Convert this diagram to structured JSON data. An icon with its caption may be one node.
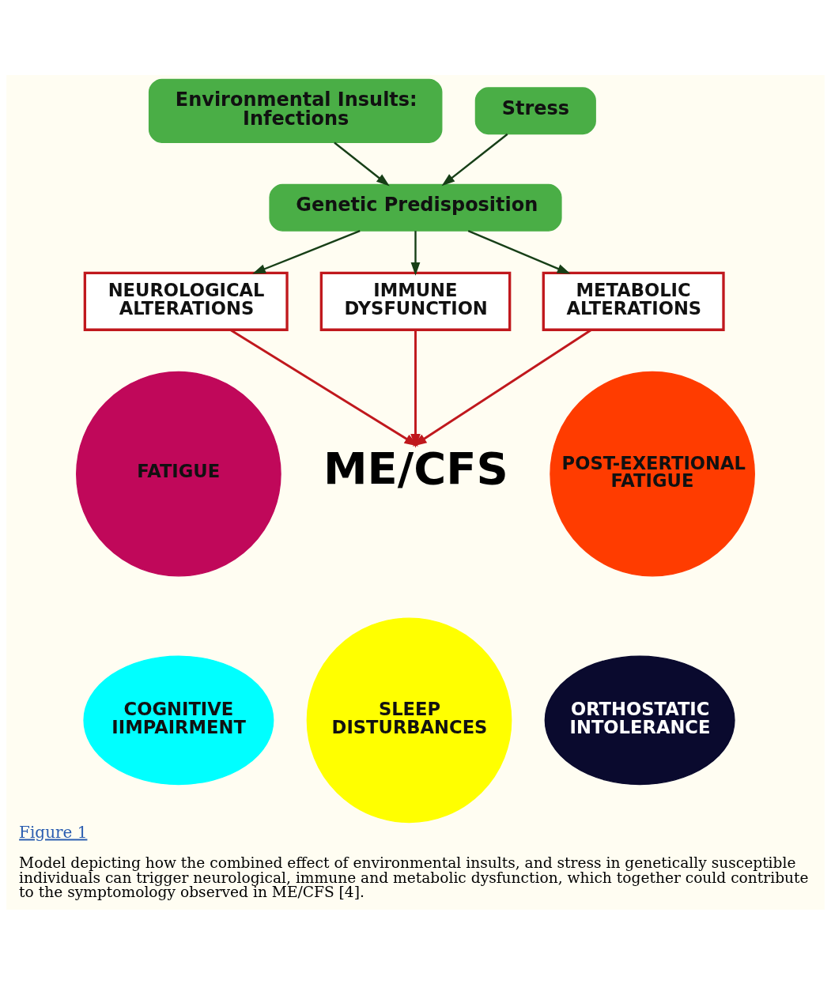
{
  "diagram": {
    "title": "Figure 1",
    "caption": "Model depicting how the combined effect of environmental insults, and stress in genetically susceptible individuals can trigger neurological, immune and metabolic dysfunction, which together could contribute to the symptomology observed in ME/CFS [4].",
    "nodes": [
      {
        "text": [
          "Environmental Insults: Infections"
        ]
      },
      {
        "text": [
          "Stress"
        ]
      },
      {
        "text": [
          "Genetic Predisposition"
        ]
      },
      {
        "text": [
          "NEUROLOGICAL ALTERATIONS"
        ]
      },
      {
        "text": [
          "IMMUNE DYSFUNCTION"
        ]
      },
      {
        "text": [
          "METABOLIC ALTERATIONS"
        ]
      },
      {
        "text": [
          "ME/CFS"
        ]
      },
      {
        "text": [
          "FATIGUE"
        ]
      },
      {
        "text": [
          "SLEEP DISTURBANCES"
        ]
      },
      {
        "text": [
          "POST-EXERTIONAL FATIGUE"
        ]
      },
      {
        "text": [
          "COGNITIVE IIMPAIRMENT"
        ]
      },
      {
        "text": [
          "ORTHOSTATIC INTOLERANCE"
        ]
      }
    ],
    "edges": [
      {
        "from": 0,
        "to": 2,
        "arrow": "to"
      },
      {
        "from": 1,
        "to": 2,
        "arrow": "to"
      },
      {
        "from": 2,
        "to": 3,
        "arrow": "to"
      },
      {
        "from": 2,
        "to": 4,
        "arrow": "to"
      },
      {
        "from": 2,
        "to": 5,
        "arrow": "to"
      },
      {
        "from": 3,
        "to": 6,
        "arrow": "to",
        "color": "#c0181d"
      },
      {
        "from": 4,
        "to": 6,
        "arrow": "to",
        "color": "#c0181d"
      },
      {
        "from": 5,
        "to": 6,
        "arrow": "to",
        "color": "#c0181d"
      }
    ]
  }
}
